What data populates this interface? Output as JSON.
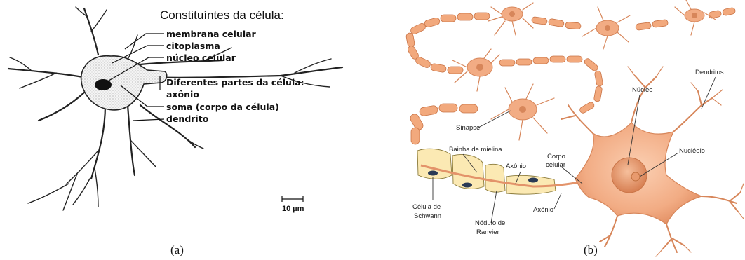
{
  "panel_a": {
    "title": "Constituíntes da célula:",
    "labels": {
      "membrana": "membrana celular",
      "citoplasma": "citoplasma",
      "nucleo": "núcleo celular",
      "diferentes": "Diferentes partes da célula:",
      "axonio": "axônio",
      "soma": "soma (corpo da célula)",
      "dendrito": "dendrito"
    },
    "scale_bar": "10 µm",
    "caption": "(a)"
  },
  "panel_b": {
    "labels": {
      "dendritos": "Dendritos",
      "nucleo": "Núcleo",
      "sinapse": "Sinapse",
      "bainha": "Bainha de mielina",
      "corpo_1": "Corpo",
      "corpo_2": "celular",
      "nucleolo": "Nucléolo",
      "axonio_top": "Axônio",
      "axonio_bottom": "Axônio",
      "celula_1": "Célula de",
      "celula_2": "Schwann",
      "nodulo_1": "Nódulo de",
      "nodulo_2": "Ranvier"
    },
    "caption": "(b)"
  },
  "colors": {
    "neuron_fill": "#f3b28c",
    "neuron_dark": "#d9875c",
    "myelin": "#fbe9b3",
    "myelin_orange": "#f0a378",
    "ink": "#111111"
  }
}
